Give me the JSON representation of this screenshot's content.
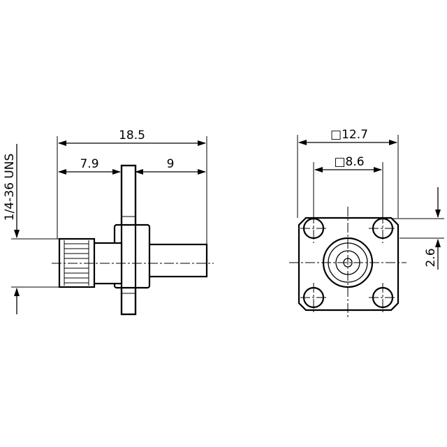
{
  "side_view": {
    "overall_length": "18.5",
    "front_length": "7.9",
    "rear_length": "9",
    "thread": "1/4-36 UNS"
  },
  "front_view": {
    "flange_square": "□12.7",
    "hole_spacing": "□8.6",
    "hole_offset": "2.6"
  }
}
